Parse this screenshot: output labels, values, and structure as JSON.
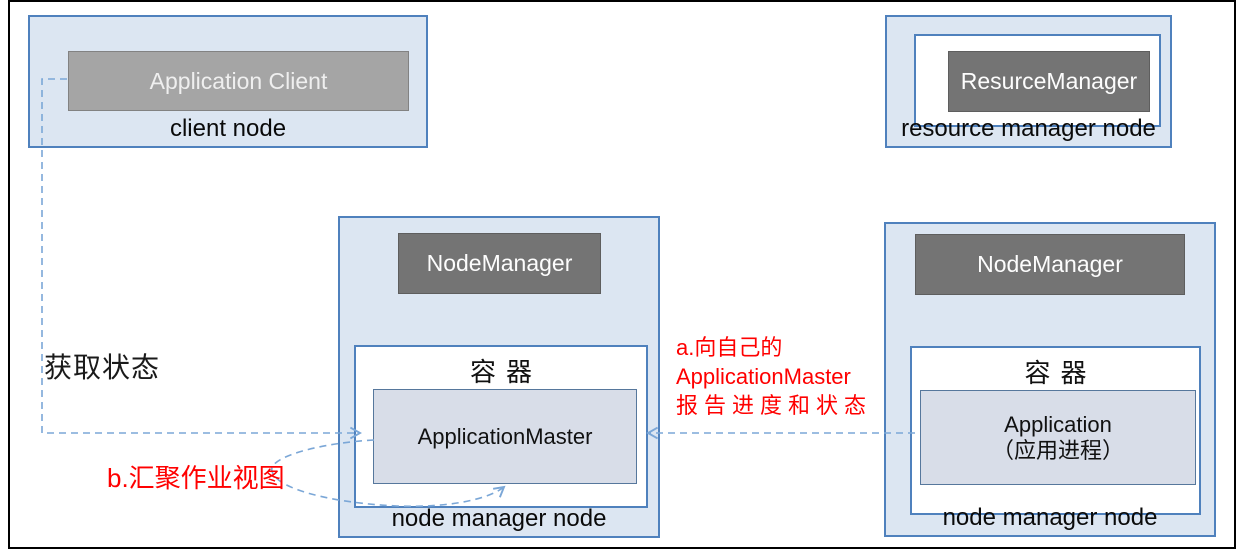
{
  "nodes": {
    "client": {
      "component": "Application Client",
      "label": "client node"
    },
    "resource_manager": {
      "component": "ResurceManager",
      "label": "resource manager node"
    },
    "node_manager_master": {
      "component": "NodeManager",
      "container": "容器",
      "process": "ApplicationMaster",
      "label": "node manager node"
    },
    "node_manager_app": {
      "component": "NodeManager",
      "container": "容器",
      "process_line1": "Application",
      "process_line2": "（应用进程）",
      "label": "node manager node"
    }
  },
  "annotations": {
    "get_status": "获取状态",
    "a_line1": "a.向自己的",
    "a_line2": "ApplicationMaster",
    "a_line3": "报告进度和状态",
    "b_label": "b.汇聚作业视图"
  },
  "colors": {
    "node_fill": "#dce6f2",
    "node_border": "#4f81bd",
    "dark_component_fill": "#747474",
    "client_component_fill": "#a5a5a5",
    "process_fill": "#d8dde8",
    "connector_blue": "#7ba7d7",
    "annotation_red": "#ff0000",
    "frame_black": "#000000"
  }
}
